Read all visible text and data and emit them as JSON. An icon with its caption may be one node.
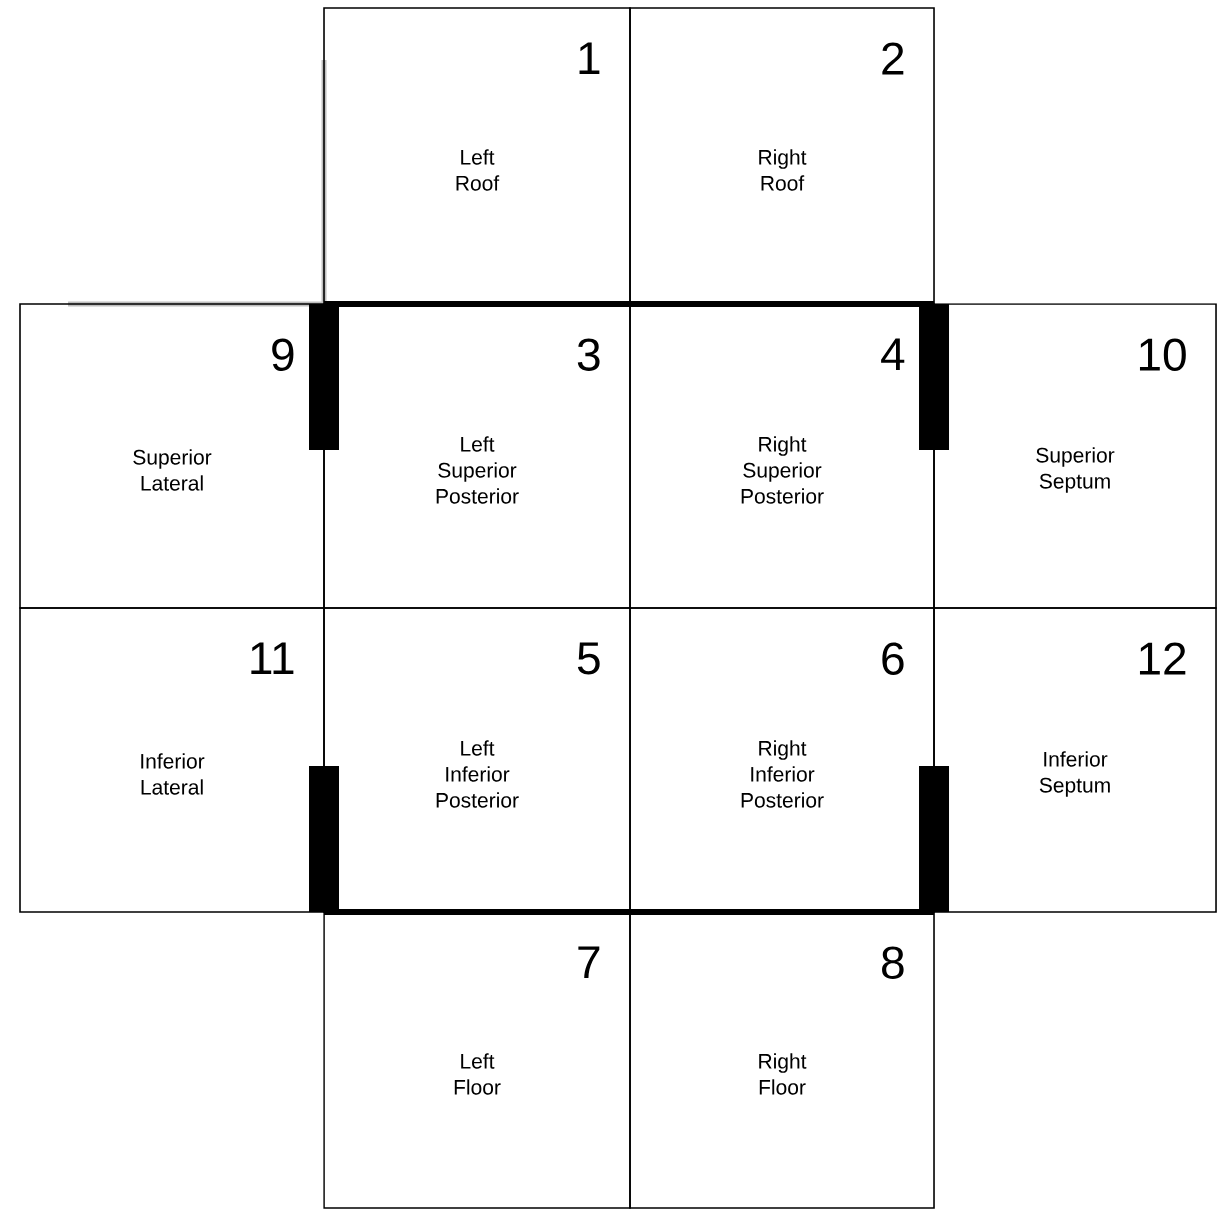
{
  "diagram": {
    "nodes": [
      {
        "text": [
          "1",
          "Left Roof"
        ]
      },
      {
        "text": [
          "2",
          "Right Roof"
        ]
      },
      {
        "text": [
          "9",
          "Superior Lateral"
        ]
      },
      {
        "text": [
          "3",
          "Left Superior Posterior"
        ]
      },
      {
        "text": [
          "4",
          "Right Superior Posterior"
        ]
      },
      {
        "text": [
          "10",
          "Superior Septum"
        ]
      },
      {
        "text": [
          "11",
          "Inferior Lateral"
        ]
      },
      {
        "text": [
          "5",
          "Left Inferior Posterior"
        ]
      },
      {
        "text": [
          "6",
          "Right Inferior Posterior"
        ]
      },
      {
        "text": [
          "12",
          "Inferior Septum"
        ]
      },
      {
        "text": [
          "7",
          "Left Floor"
        ]
      },
      {
        "text": [
          "8",
          "Right Floor"
        ]
      }
    ]
  }
}
